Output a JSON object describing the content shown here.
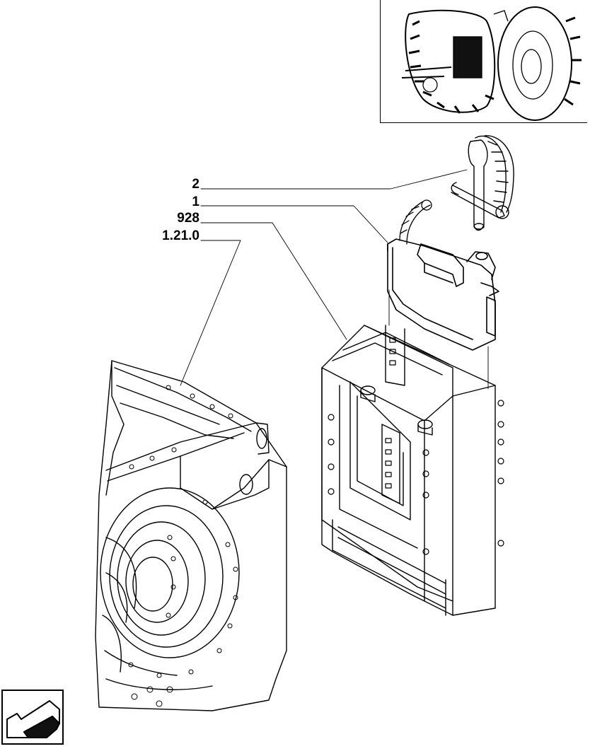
{
  "callouts": {
    "ref_2": "2",
    "ref_1": "1",
    "ref_928": "928",
    "ref_1_21_0": "1.21.0"
  },
  "icons": {
    "inset_view": "tractor-rear-wheel-locator-icon",
    "nav_arrow": "previous-page-arrow-icon"
  },
  "colors": {
    "line": "#000000",
    "background": "#ffffff",
    "fill_dark": "#111111"
  }
}
